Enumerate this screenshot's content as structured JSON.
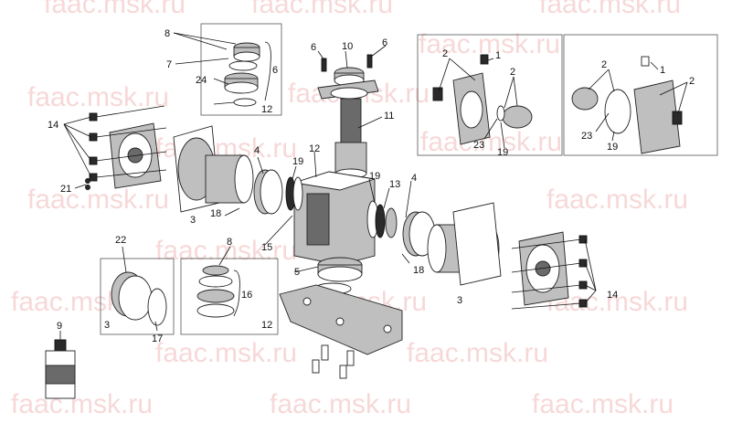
{
  "watermark": "faac.msk.ru",
  "callouts": {
    "c1a": "1",
    "c1b": "1",
    "c2a": "2",
    "c2b": "2",
    "c2c": "2",
    "c2d": "2",
    "c3a": "3",
    "c3b": "3",
    "c3c": "3",
    "c4a": "4",
    "c4b": "4",
    "c5": "5",
    "c6a": "6",
    "c6b": "6",
    "c6c": "6",
    "c7": "7",
    "c8a": "8",
    "c8b": "8",
    "c9": "9",
    "c10": "10",
    "c11": "11",
    "c12a": "12",
    "c12b": "12",
    "c12c": "12",
    "c13": "13",
    "c14a": "14",
    "c14b": "14",
    "c15": "15",
    "c16": "16",
    "c17": "17",
    "c18a": "18",
    "c18b": "18",
    "c19a": "19",
    "c19b": "19",
    "c19c": "19",
    "c19d": "19",
    "c21": "21",
    "c22": "22",
    "c23a": "23",
    "c23b": "23",
    "c24": "24"
  },
  "colors": {
    "watermark": "#f2b9b9",
    "line": "#111111",
    "part_fill": "#bfbfbf"
  }
}
